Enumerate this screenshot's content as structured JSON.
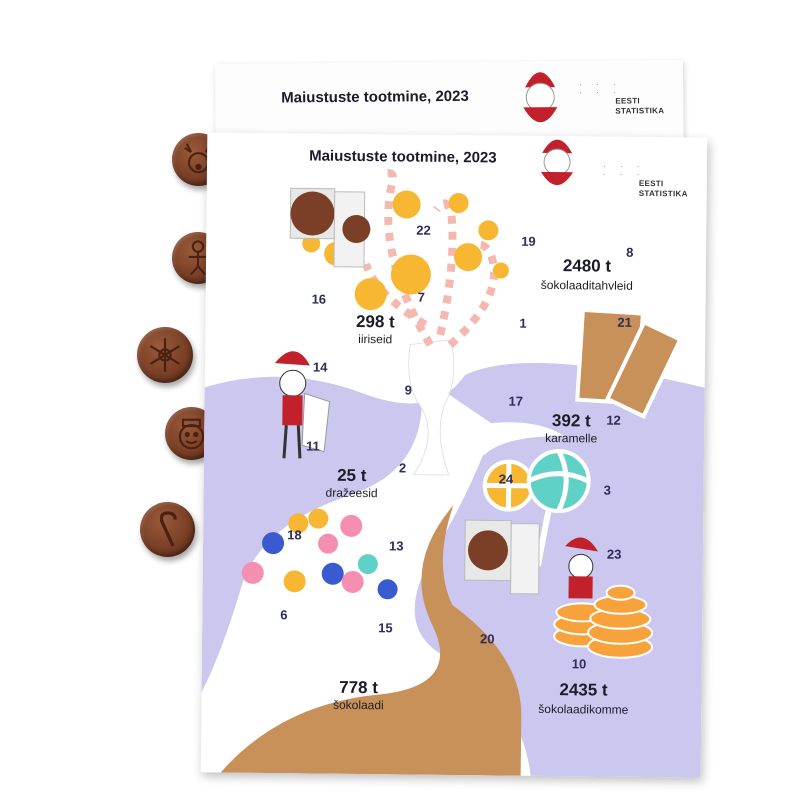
{
  "title_back": "Maiustuste tootmine, 2023",
  "title_front": "Maiustuste tootmine, 2023",
  "logo": {
    "line1": "EESTI",
    "line2": "STATISTIKA"
  },
  "stats": [
    {
      "value": "2480 t",
      "label": "šokolaaditahvleid"
    },
    {
      "value": "298 t",
      "label": "iiriseid"
    },
    {
      "value": "392 t",
      "label": "karamelle"
    },
    {
      "value": "25 t",
      "label": "dražeesid"
    },
    {
      "value": "778 t",
      "label": "šokolaadi"
    },
    {
      "value": "2435 t",
      "label": "šokolaadikomme"
    }
  ],
  "doors": [
    "22",
    "19",
    "8",
    "16",
    "7",
    "1",
    "21",
    "14",
    "9",
    "17",
    "12",
    "11",
    "2",
    "24",
    "3",
    "18",
    "13",
    "23",
    "6",
    "15",
    "20",
    "10"
  ],
  "coin_icons": [
    "reindeer-icon",
    "gingerbread-man-icon",
    "snowflake-icon",
    "snowman-icon",
    "candy-cane-icon"
  ],
  "colors": {
    "lavender": "#c9c6ec",
    "caramel": "#c8915a",
    "orange": "#f7b733",
    "pink_stripe": "#f4b8b0",
    "door_number": "#2d2d5a"
  }
}
